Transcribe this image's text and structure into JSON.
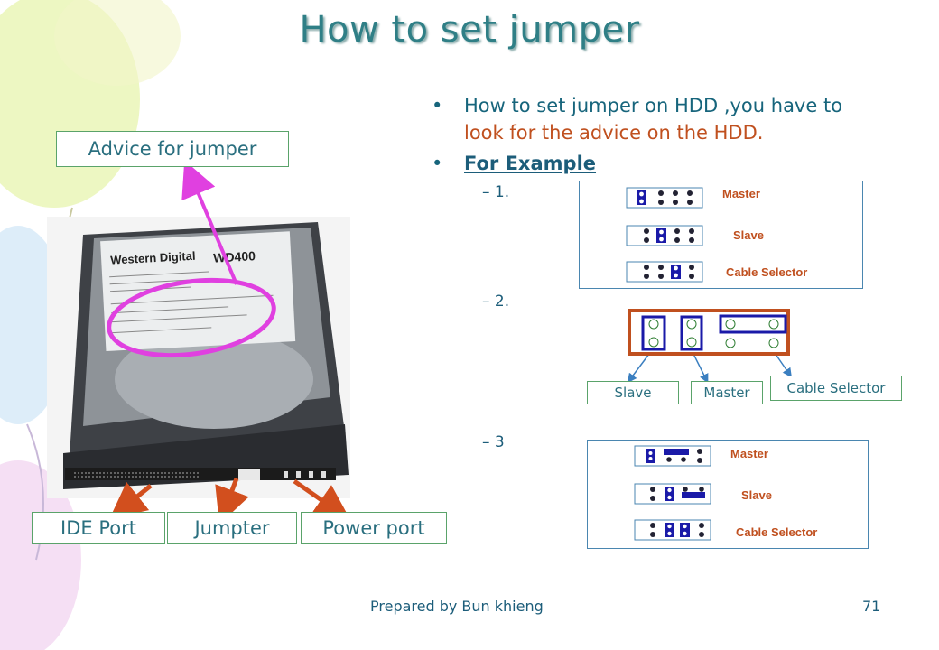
{
  "slide": {
    "title": "How to set jumper",
    "bullets": [
      {
        "text_a": "How to set jumper on HDD ,you have to",
        "text_b": "look for the advice on the HDD."
      },
      {
        "text": "For Example"
      }
    ],
    "bullet_glyph": "•",
    "items": [
      "– 1.",
      "– 2.",
      "– 3"
    ],
    "footer": "Prepared by Bun khieng",
    "page_number": "71"
  },
  "photo_labels": {
    "advice": "Advice for jumper",
    "ide": "IDE Port",
    "jumper": "Jumpter",
    "power": "Power port"
  },
  "example1": {
    "master": "Master",
    "slave": "Slave",
    "cable": "Cable Selector"
  },
  "example2": {
    "slave": "Slave",
    "master": "Master",
    "cable": "Cable Selector"
  },
  "example3": {
    "master": "Master",
    "slave": "Slave",
    "cable": "Cable Selector"
  },
  "colors": {
    "title": "#2f7f86",
    "text": "#17657c",
    "accent": "#c0501f",
    "magenta": "#e040e0",
    "jumper_blue": "#1a1aa8"
  }
}
